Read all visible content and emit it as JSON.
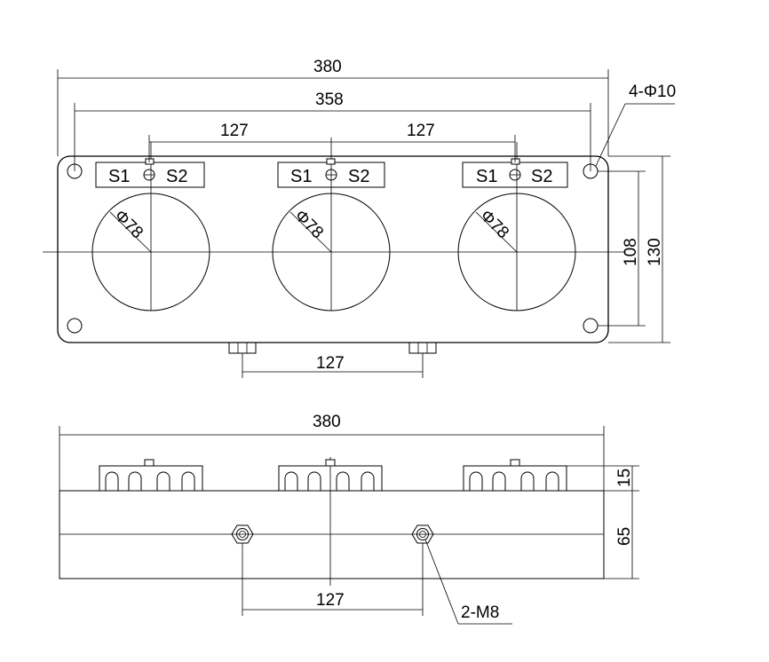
{
  "front_view": {
    "dim_overall_width": "380",
    "dim_hole_spacing": "358",
    "dim_pitch_left": "127",
    "dim_pitch_right": "127",
    "hole_callout": "4-Φ10",
    "dim_hole_vertical": "108",
    "dim_overall_height": "130",
    "dim_bottom_bolts": "127",
    "terminal_s1": "S1",
    "terminal_s2": "S2",
    "window_diameter": "Φ78"
  },
  "side_view": {
    "dim_overall_width": "380",
    "dim_terminal_height": "15",
    "dim_body_height": "65",
    "dim_bolt_spacing": "127",
    "bolt_callout": "2-M8"
  }
}
